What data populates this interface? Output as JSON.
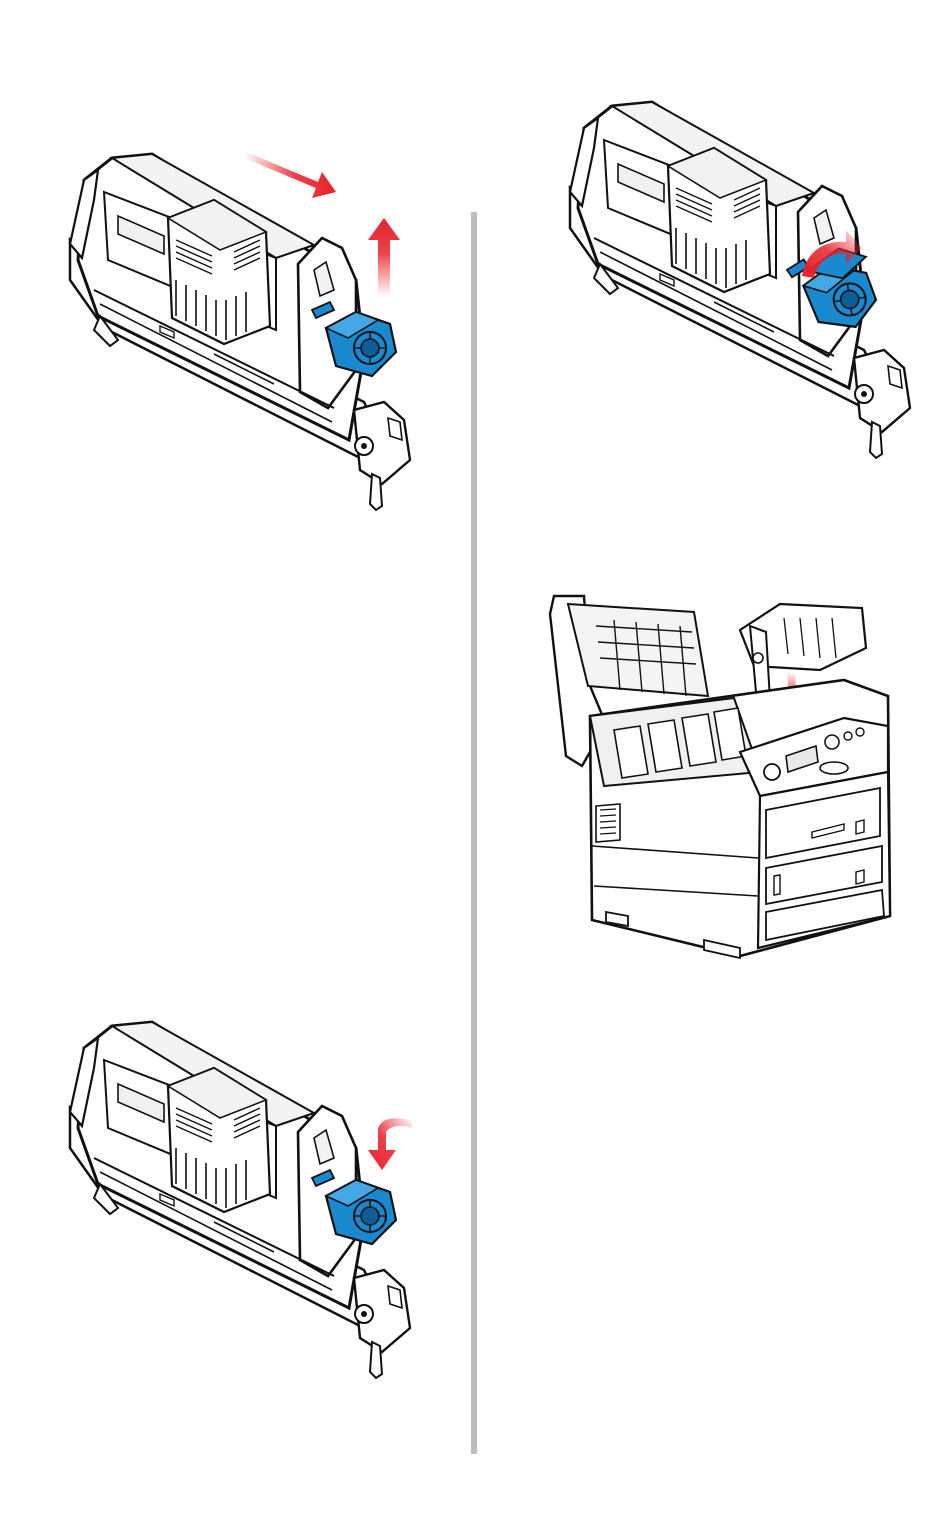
{
  "document": {
    "type": "instruction-manual-page",
    "colors": {
      "line_art": "#111111",
      "fill": "#ffffff",
      "shade": "#e9e9e9",
      "toner_blue": "#1a8ad0",
      "toner_blue_dark": "#0b5f96",
      "arrow_red": "#e8212b",
      "divider": "#bdbdbd"
    },
    "illustrations": [
      {
        "id": "step-remove-toner-cartridge",
        "icon": "image-drum-with-toner-cartridge",
        "arrows": [
          "arrow-slide-right",
          "arrow-lift-up"
        ]
      },
      {
        "id": "step-rotate-lock-lever",
        "icon": "image-drum-with-toner-cartridge",
        "arrows": [
          "arrow-rotate"
        ]
      },
      {
        "id": "step-insert-drum-into-printer",
        "icon": "color-laser-printer-open-top",
        "arrows": [
          "arrow-down"
        ]
      },
      {
        "id": "step-insert-toner-cartridge",
        "icon": "image-drum-with-toner-cartridge",
        "arrows": [
          "arrow-curved-down"
        ]
      }
    ]
  }
}
